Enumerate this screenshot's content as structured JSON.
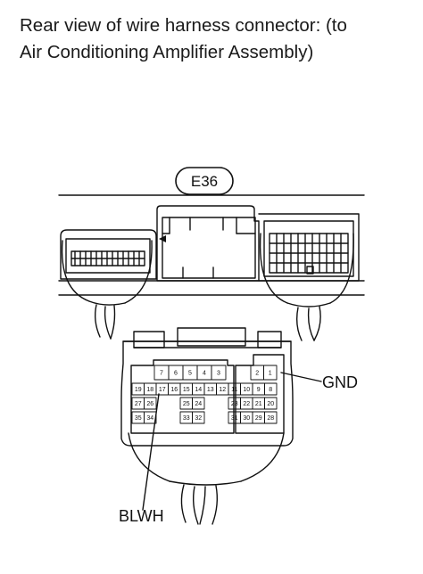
{
  "caption": {
    "line1": "Rear view of wire harness connector: (to",
    "line2": "Air Conditioning Amplifier Assembly)"
  },
  "connector_id": "E36",
  "callouts": {
    "gnd": "GND",
    "blwh": "BLWH"
  },
  "pins": {
    "row1_left": [
      "7",
      "6",
      "5",
      "4",
      "3"
    ],
    "row1_right": [
      "2",
      "1"
    ],
    "row2": [
      "19",
      "18",
      "17",
      "16",
      "15",
      "14",
      "13",
      "12",
      "11",
      "10",
      "9",
      "8"
    ],
    "row3_left": [
      "27",
      "26"
    ],
    "row3_mid": [
      "25",
      "24"
    ],
    "row3_right": [
      "23",
      "22",
      "21",
      "20"
    ],
    "row4_left": [
      "35",
      "34"
    ],
    "row4_mid": [
      "33",
      "32"
    ],
    "row4_right": [
      "31",
      "30",
      "29",
      "28"
    ]
  }
}
